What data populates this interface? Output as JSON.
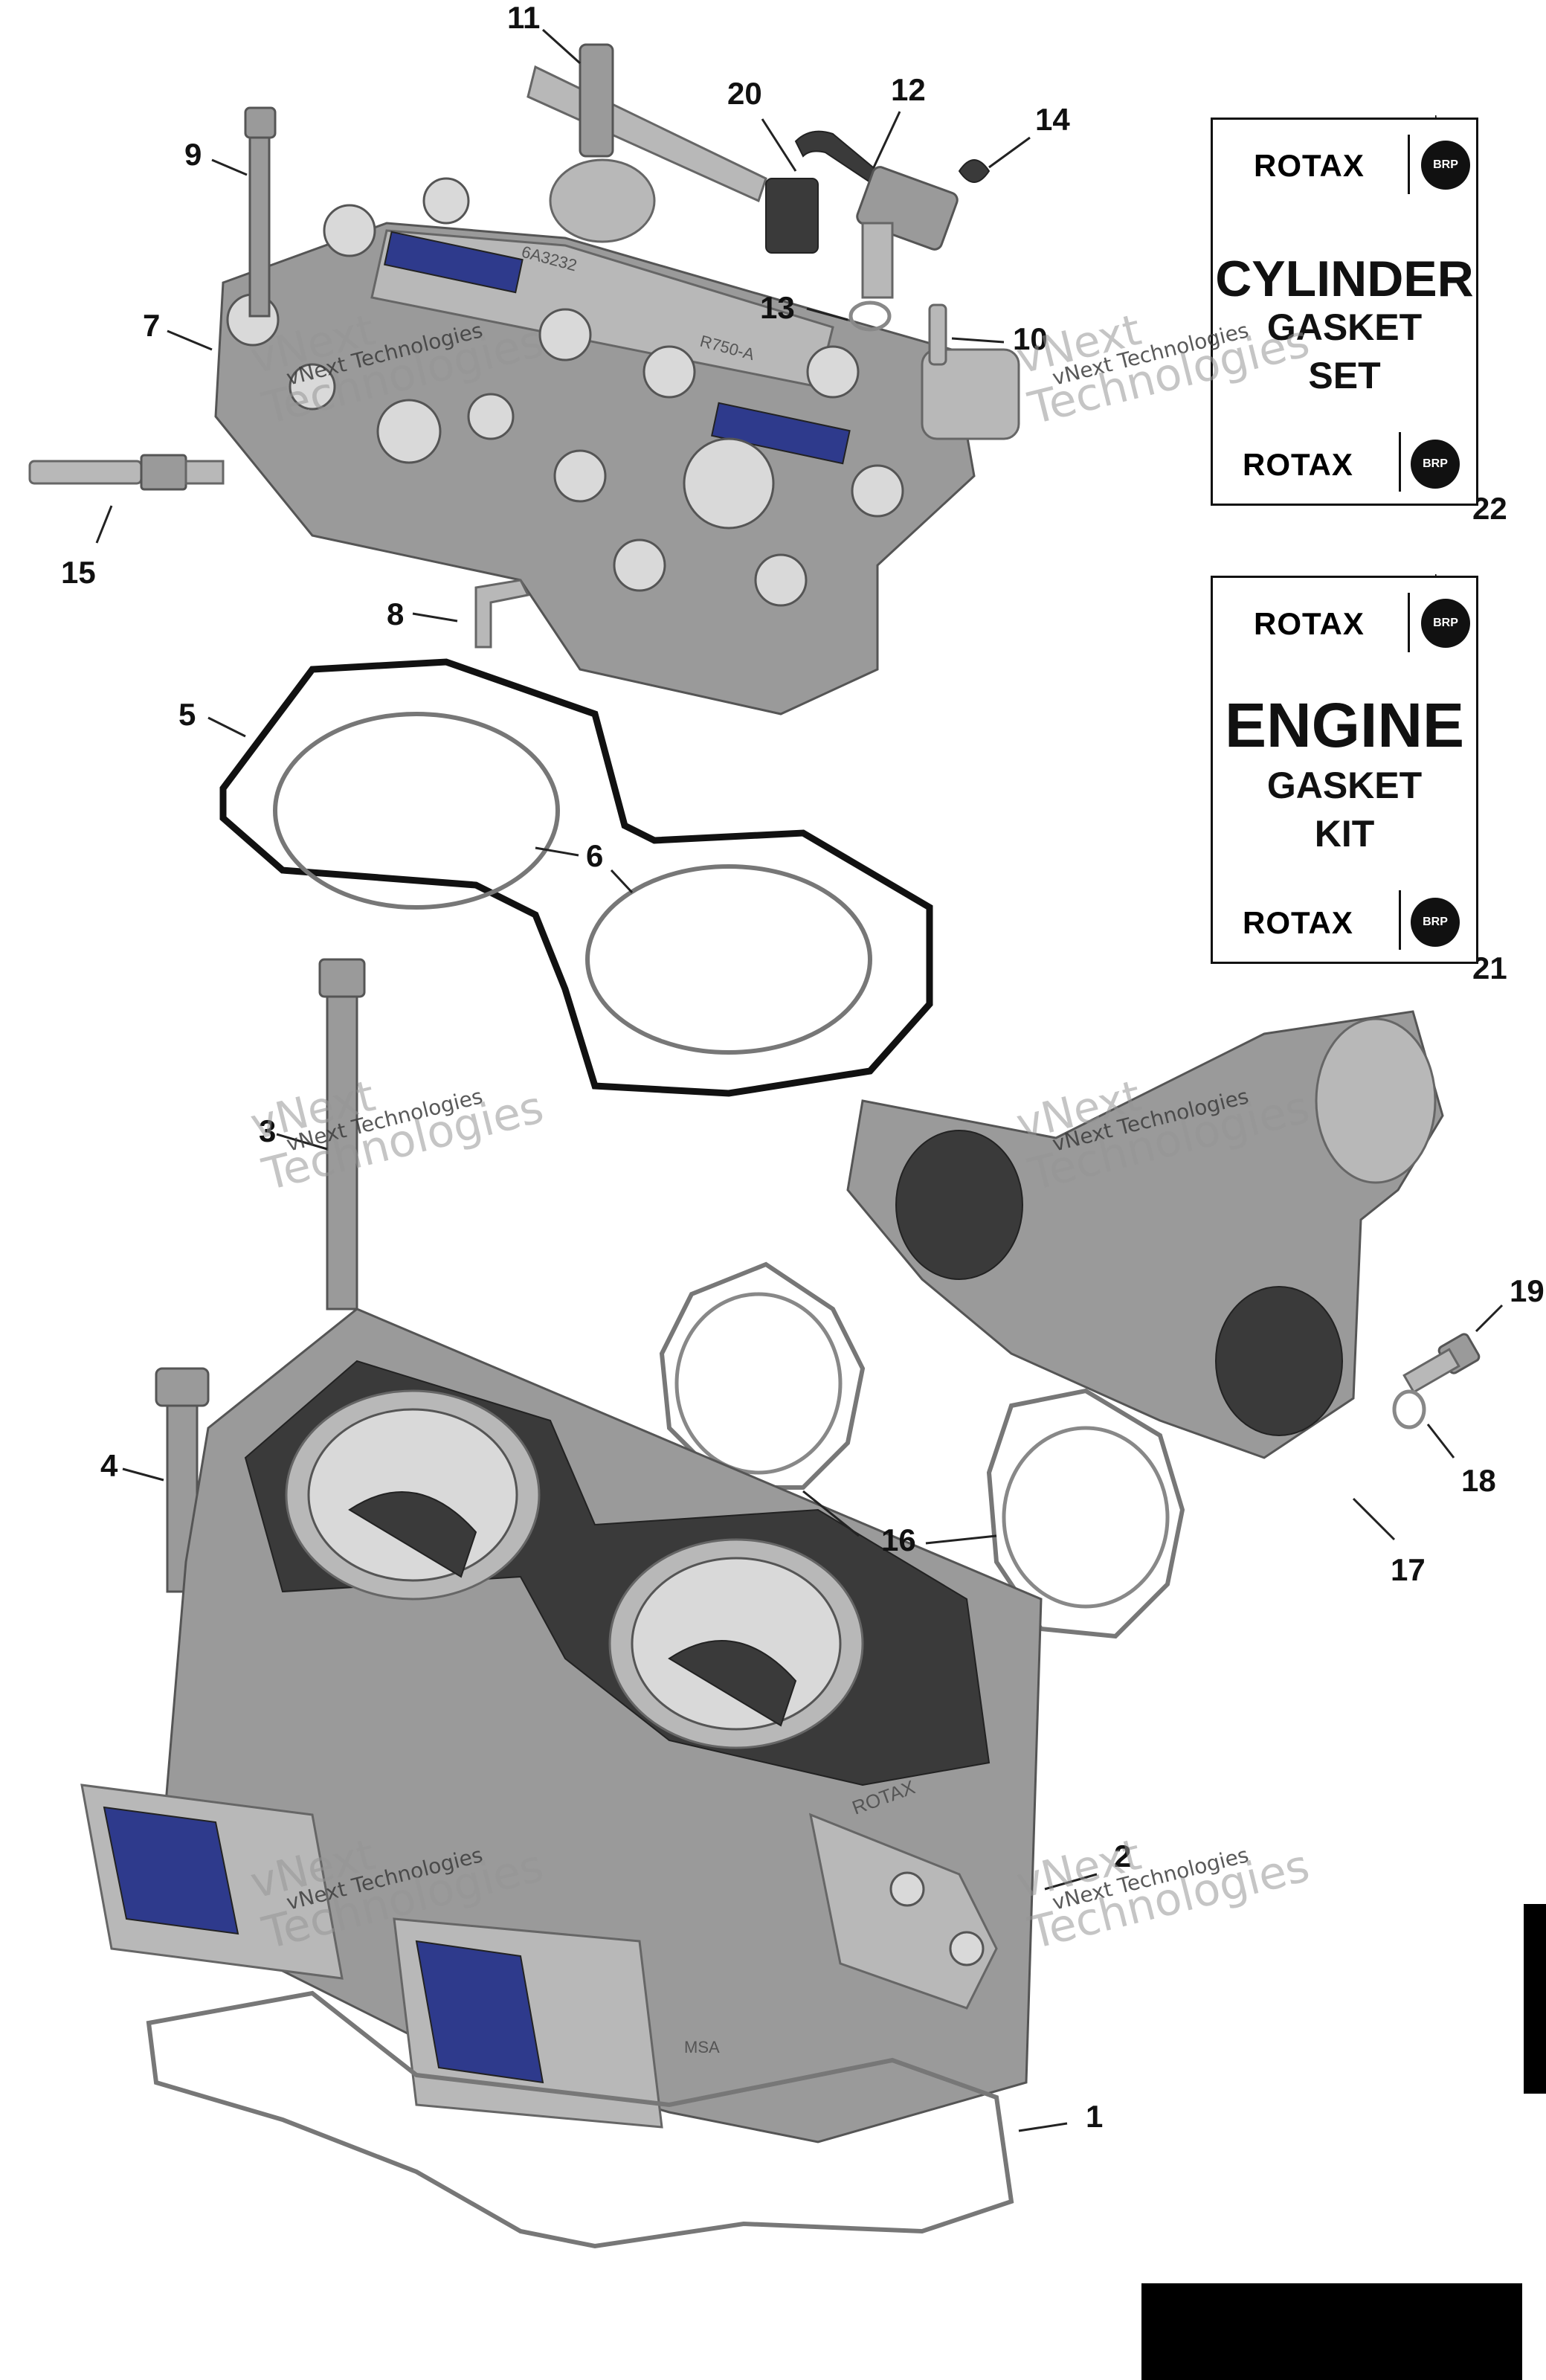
{
  "callouts": [
    {
      "id": "1",
      "label": "1"
    },
    {
      "id": "2",
      "label": "2"
    },
    {
      "id": "3",
      "label": "3"
    },
    {
      "id": "4",
      "label": "4"
    },
    {
      "id": "5",
      "label": "5"
    },
    {
      "id": "6",
      "label": "6"
    },
    {
      "id": "7",
      "label": "7"
    },
    {
      "id": "8",
      "label": "8"
    },
    {
      "id": "9",
      "label": "9"
    },
    {
      "id": "10",
      "label": "10"
    },
    {
      "id": "11",
      "label": "11"
    },
    {
      "id": "12",
      "label": "12"
    },
    {
      "id": "13",
      "label": "13"
    },
    {
      "id": "14",
      "label": "14"
    },
    {
      "id": "15",
      "label": "15"
    },
    {
      "id": "16",
      "label": "16"
    },
    {
      "id": "17",
      "label": "17"
    },
    {
      "id": "18",
      "label": "18"
    },
    {
      "id": "19",
      "label": "19"
    },
    {
      "id": "20",
      "label": "20"
    },
    {
      "id": "21",
      "label": "21"
    },
    {
      "id": "22",
      "label": "22"
    }
  ],
  "kits": {
    "cylinder": {
      "brand": "ROTAX",
      "logo": "BRP",
      "line1": "CYLINDER",
      "line2": "GASKET",
      "line3": "SET"
    },
    "engine": {
      "brand": "ROTAX",
      "logo": "BRP",
      "line1": "ENGINE",
      "line2": "GASKET",
      "line3": "KIT"
    }
  },
  "watermark": {
    "line1": "vNext",
    "line2": "vNext Technologies",
    "line3": "Technologies"
  },
  "part_markings": {
    "head_a": "6A3232",
    "head_b": "R750-A",
    "block": "ROTAX",
    "block_id": "MSA"
  },
  "colors": {
    "metal": "#9a9a9a",
    "reed_blue": "#2e3a8c",
    "gasket": "#111111"
  }
}
